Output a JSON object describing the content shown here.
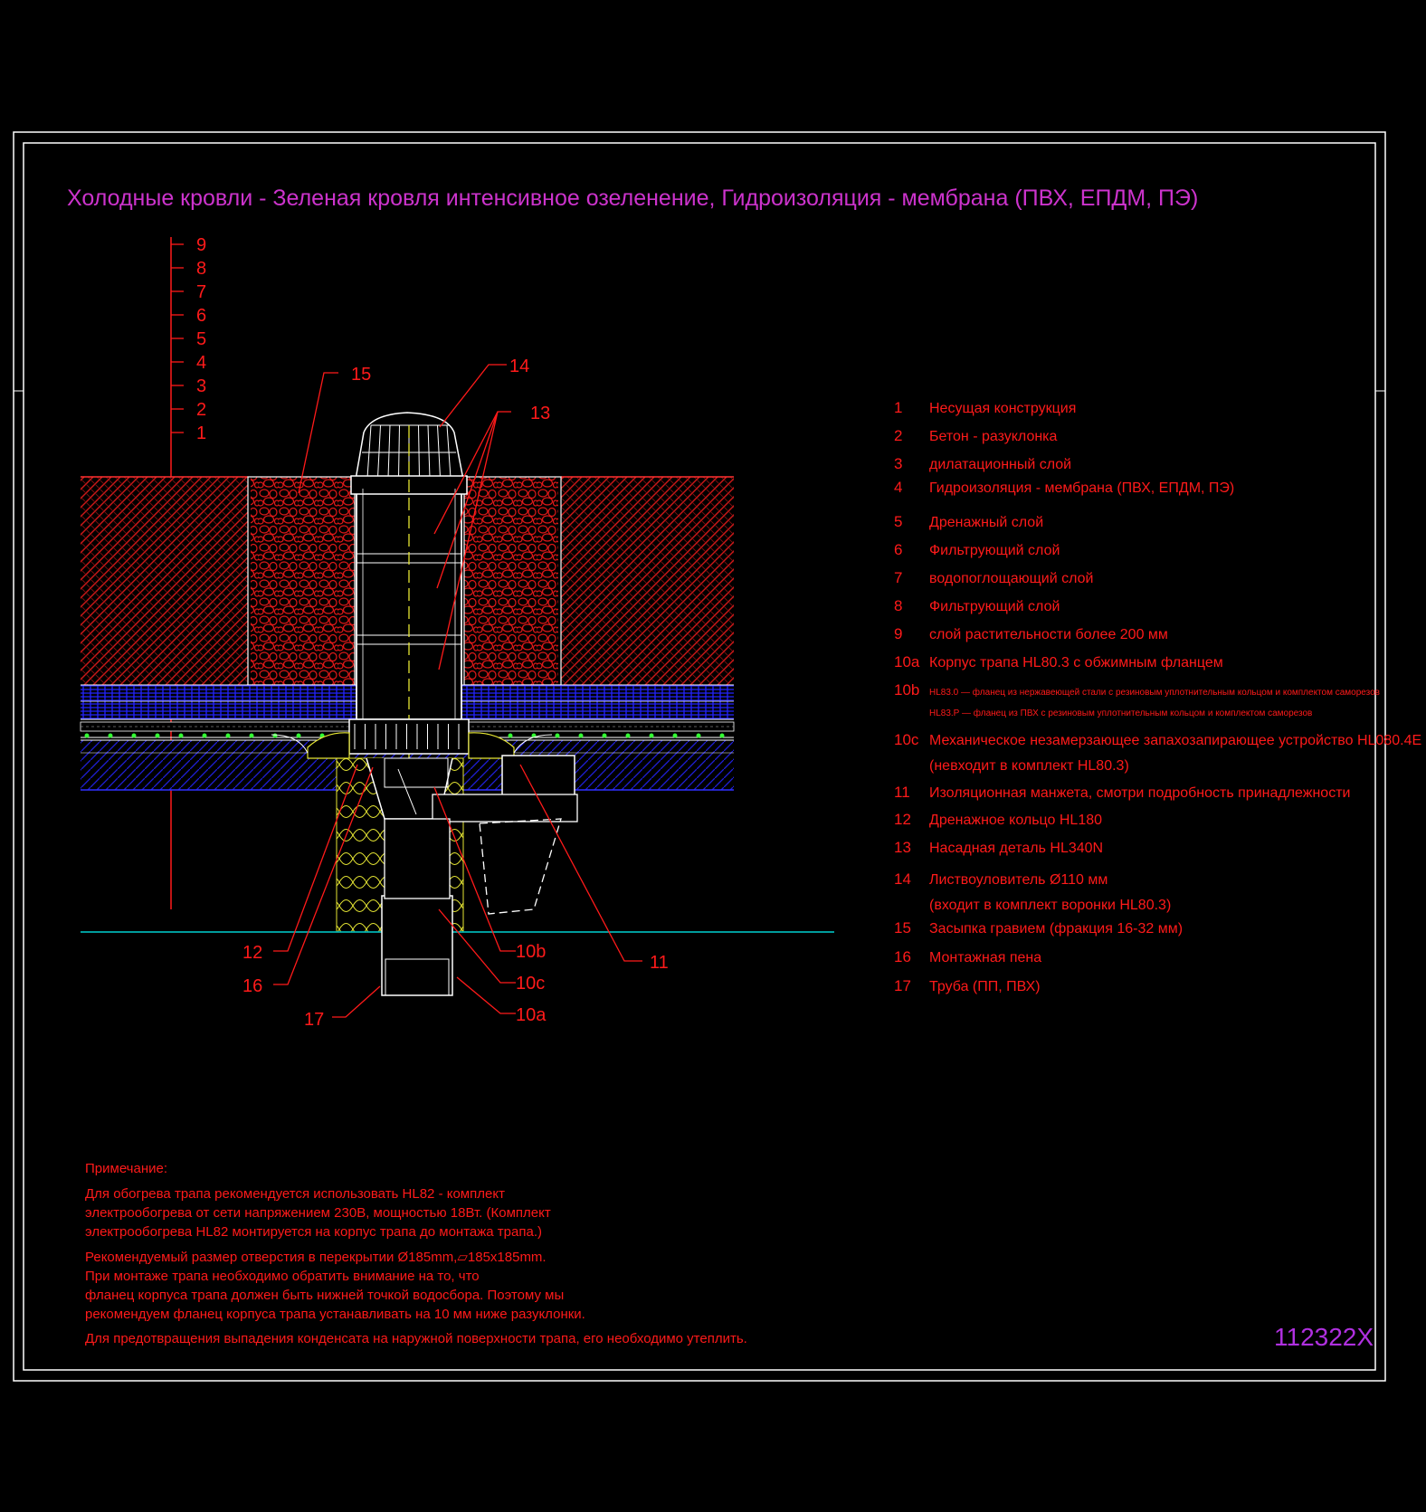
{
  "title": "Холодные кровли - Зеленая кровля интенсивное озеленение, Гидроизоляция - мембрана (ПВХ, ЕПДМ, ПЭ)",
  "drawing_code": "112322X",
  "colors": {
    "background": "#000000",
    "frame": "#ffffff",
    "text": "#ff1a1a",
    "title": "#cc33cc",
    "drainage": "#1a1aff",
    "ground_line": "#00b3b3",
    "insulation": "#e6e633",
    "membrane_dots": "#33ff33"
  },
  "layer_axis": [
    "9",
    "8",
    "7",
    "6",
    "5",
    "4",
    "3",
    "2",
    "1"
  ],
  "callouts": {
    "c15": "15",
    "c14": "14",
    "c13": "13",
    "c12": "12",
    "c16": "16",
    "c17": "17",
    "c10b": "10b",
    "c10c": "10c",
    "c10a": "10a",
    "c11": "11"
  },
  "legend": [
    {
      "num": "1",
      "text": "Несущая конструкция"
    },
    {
      "num": "2",
      "text": "Бетон - разуклонка"
    },
    {
      "num": "3",
      "text": "дилатационный слой"
    },
    {
      "num": "4",
      "text": "Гидроизоляция - мембрана (ПВХ, ЕПДМ, ПЭ)"
    },
    {
      "num": "5",
      "text": "Дренажный слой"
    },
    {
      "num": "6",
      "text": "Фильтрующий слой"
    },
    {
      "num": "7",
      "text": "водопоглощающий слой"
    },
    {
      "num": "8",
      "text": "Фильтрующий слой"
    },
    {
      "num": "9",
      "text": "слой растительности более 200 мм"
    },
    {
      "num": "10a",
      "text": "Корпус трапа HL80.3 с обжимным фланцем"
    },
    {
      "num": "10b",
      "text": "HL83.0 — фланец из нержавеющей стали с резиновым уплотнительным кольцом и комплектом саморезов",
      "text2": "HL83.P — фланец из ПВХ с резиновым уплотнительным кольцом и комплектом саморезов"
    },
    {
      "num": "10c",
      "text": "Механическое незамерзающее запахозапирающее устройство HL080.4E",
      "text2": "(невходит в комплект HL80.3)"
    },
    {
      "num": "11",
      "text": "Изоляционная  манжета, смотри подробность принадлежности"
    },
    {
      "num": "12",
      "text": "Дренажное кольцо HL180"
    },
    {
      "num": "13",
      "text": "Насадная деталь HL340N"
    },
    {
      "num": "14",
      "text": "Листвоуловитель Ø110 мм",
      "text2": "(входит в комплект воронки HL80.3)"
    },
    {
      "num": "15",
      "text": "Засыпка гравием (фракция 16-32 мм)"
    },
    {
      "num": "16",
      "text": "Монтажная пена"
    },
    {
      "num": "17",
      "text": "Труба (ПП, ПВХ)"
    }
  ],
  "notes": {
    "heading": "Примечание:",
    "lines": [
      "Для обогрева трапа рекомендуется использовать HL82 - комплект",
      "электрообогрева от сети напряжением 230В, мощностью 18Вт. (Комплект",
      "электрообогрева HL82 монтируется на корпус трапа до монтажа трапа.)",
      "Рекомендуемый размер отверстия в перекрытии Ø185mm,▱185x185mm.",
      "При монтаже трапа необходимо обратить внимание на то, что",
      "фланец корпуса трапа должен быть нижней точкой водосбора. Поэтому мы",
      "рекомендуем фланец корпуса трапа устанавливать на 10 мм ниже разуклонки.",
      "Для предотвращения выпадения конденсата на наружной поверхности трапа, его необходимо утеплить."
    ]
  }
}
